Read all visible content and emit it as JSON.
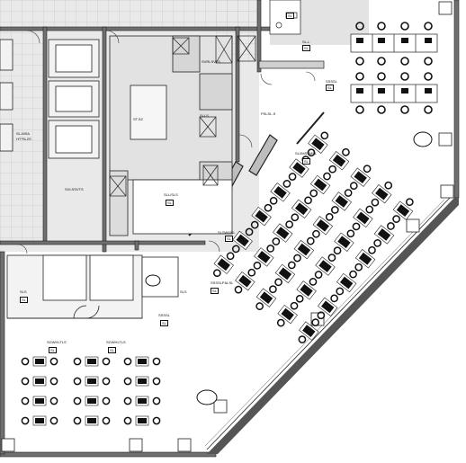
{
  "room_labels": {
    "lab_a": "SL-MSA",
    "lab_a2": "HT*SL2S",
    "rack_room": "ST.SZ",
    "service": "SVRLSVTS",
    "small_room": "SLLS",
    "server_top": "SVLSSVTS",
    "pantry": "PSLSL.S",
    "core_hall": "SLL/SLS",
    "entry_left": "SLS",
    "office_top": "SL-L",
    "meet_a": "SSSSL",
    "open_mid": "SLVMSVMSL",
    "open_mid2": "SLSWMSL",
    "corridor_a": "SSSSLP&LSL",
    "print": "SLS",
    "wc_left": "SGWHLTLS",
    "wc_right": "SGWHLTLS",
    "lobby": "SSSSL"
  },
  "room_tags": {
    "tag_top": "SL",
    "tag_office": "SL",
    "tag_meet": "SL",
    "tag_mid1": "SL",
    "tag_mid2": "SL",
    "tag_core": "SL",
    "tag_lobby": "SL",
    "tag_left": "SL",
    "tag_wc1": "SL",
    "tag_wc2": "SL",
    "tag_pr": "SL"
  },
  "drawing": {
    "line_color": "#222222",
    "wall_fill": "#8f8f8f",
    "hatch_color": "#c8c8c8",
    "room_fill": "#e8e8e8"
  }
}
